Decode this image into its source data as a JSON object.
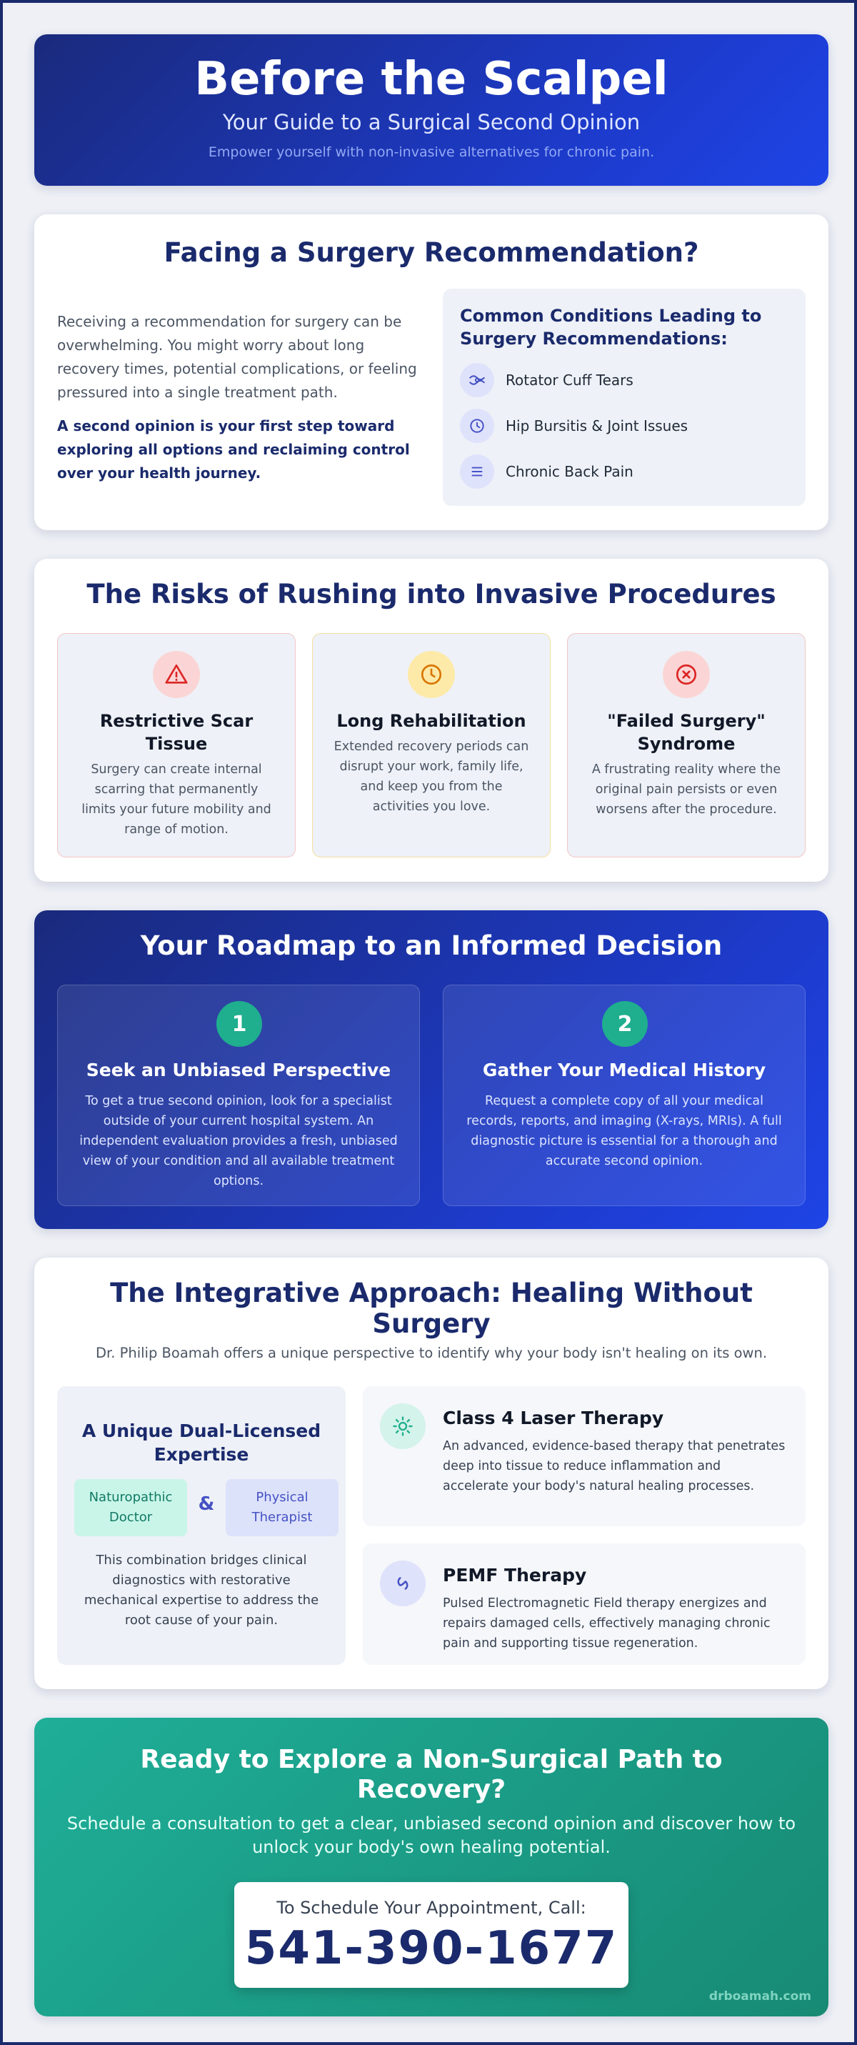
{
  "header": {
    "title": "Before the Scalpel",
    "subtitle": "Your Guide to a Surgical Second Opinion",
    "tagline": "Empower yourself with non-invasive alternatives for chronic pain."
  },
  "facing": {
    "title": "Facing a Surgery Recommendation?",
    "paragraph": "Receiving a recommendation for surgery can be overwhelming. You might worry about long recovery times, potential complications, or feeling pressured into a single treatment path.",
    "highlight": "A second opinion is your first step toward exploring all options and reclaiming control over your health journey.",
    "conditions_title": "Common Conditions Leading to Surgery Recommendations:",
    "conditions": [
      {
        "label": "Rotator Cuff Tears",
        "icon": "shoulder-icon"
      },
      {
        "label": "Hip Bursitis & Joint Issues",
        "icon": "clock-icon"
      },
      {
        "label": "Chronic Back Pain",
        "icon": "spine-icon"
      }
    ]
  },
  "risks": {
    "title": "The Risks of Rushing into Invasive Procedures",
    "items": [
      {
        "title": "Restrictive Scar Tissue",
        "text": "Surgery can create internal scarring that permanently limits your future mobility and range of motion.",
        "icon": "warning-icon",
        "color": "#dc2626"
      },
      {
        "title": "Long Rehabilitation",
        "text": "Extended recovery periods can disrupt your work, family life, and keep you from the activities you love.",
        "icon": "clock-icon",
        "color": "#d97706"
      },
      {
        "title": "\"Failed Surgery\" Syndrome",
        "text": "A frustrating reality where the original pain persists or even worsens after the procedure.",
        "icon": "x-circle-icon",
        "color": "#dc2626"
      }
    ]
  },
  "roadmap": {
    "title": "Your Roadmap to an Informed Decision",
    "steps": [
      {
        "number": "1",
        "title": "Seek an Unbiased Perspective",
        "text": "To get a true second opinion, look for a specialist outside of your current hospital system. An independent evaluation provides a fresh, unbiased view of your condition and all available treatment options."
      },
      {
        "number": "2",
        "title": "Gather Your Medical History",
        "text": "Request a complete copy of all your medical records, reports, and imaging (X-rays, MRIs). A full diagnostic picture is essential for a thorough and accurate second opinion."
      }
    ]
  },
  "integrative": {
    "title": "The Integrative Approach: Healing Without Surgery",
    "subtitle": "Dr. Philip Boamah offers a unique perspective to identify why your body isn't healing on its own.",
    "dual": {
      "title": "A Unique Dual-Licensed Expertise",
      "badge1": "Naturopathic Doctor",
      "amp": "&",
      "badge2": "Physical Therapist",
      "text": "This combination bridges clinical diagnostics with restorative mechanical expertise to address the root cause of your pain."
    },
    "therapies": [
      {
        "title": "Class 4 Laser Therapy",
        "text": "An advanced, evidence-based therapy that penetrates deep into tissue to reduce inflammation and accelerate your body's natural healing processes.",
        "icon": "sun-icon",
        "color": "#1fae8e"
      },
      {
        "title": "PEMF Therapy",
        "text": "Pulsed Electromagnetic Field therapy energizes and repairs damaged cells, effectively managing chronic pain and supporting tissue regeneration.",
        "icon": "wave-icon",
        "color": "#4552c4"
      }
    ]
  },
  "cta": {
    "title": "Ready to Explore a Non-Surgical Path to Recovery?",
    "text": "Schedule a consultation to get a clear, unbiased second opinion and discover how to unlock your body's own healing potential.",
    "phone_label": "To Schedule Your Appointment, Call:",
    "phone": "541-390-1677",
    "website": "drboamah.com"
  }
}
